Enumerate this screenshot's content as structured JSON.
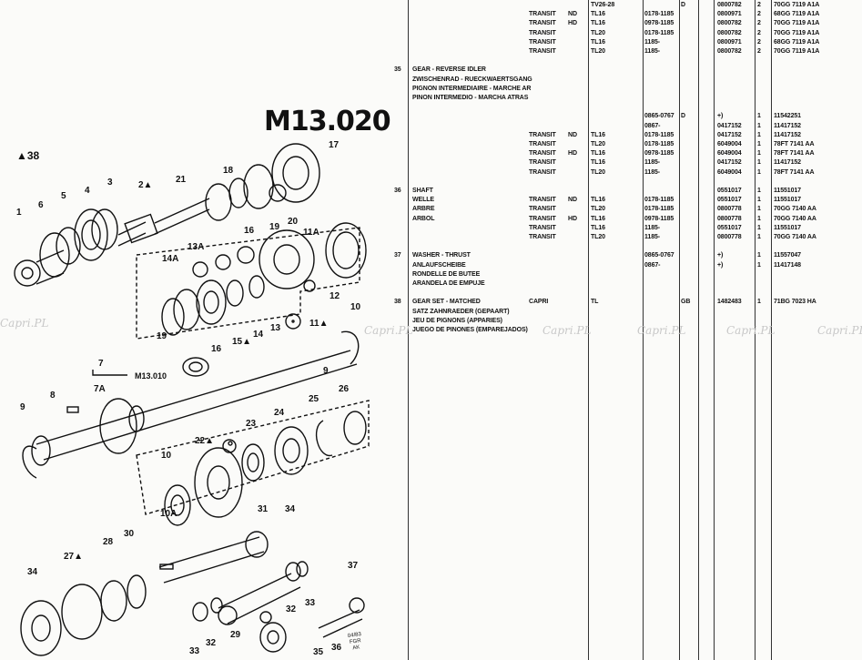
{
  "figure": {
    "code": "M13.020",
    "ref_note": "▲38",
    "sub_ref": "M13.010",
    "corner_stamp": [
      "04/83",
      "FGR",
      "AK"
    ],
    "callouts": [
      {
        "n": "1"
      },
      {
        "n": "6"
      },
      {
        "n": "5"
      },
      {
        "n": "4"
      },
      {
        "n": "3"
      },
      {
        "n": "2▲"
      },
      {
        "n": "21"
      },
      {
        "n": "18"
      },
      {
        "n": "17"
      },
      {
        "n": "16"
      },
      {
        "n": "19"
      },
      {
        "n": "20"
      },
      {
        "n": "11A"
      },
      {
        "n": "13A"
      },
      {
        "n": "14A"
      },
      {
        "n": "19"
      },
      {
        "n": "16"
      },
      {
        "n": "15▲"
      },
      {
        "n": "14"
      },
      {
        "n": "13"
      },
      {
        "n": "11▲"
      },
      {
        "n": "12"
      },
      {
        "n": "10"
      },
      {
        "n": "9"
      },
      {
        "n": "7"
      },
      {
        "n": "7A"
      },
      {
        "n": "8"
      },
      {
        "n": "9"
      },
      {
        "n": "10"
      },
      {
        "n": "10A"
      },
      {
        "n": "22▲"
      },
      {
        "n": "23"
      },
      {
        "n": "24"
      },
      {
        "n": "25"
      },
      {
        "n": "26"
      },
      {
        "n": "30"
      },
      {
        "n": "28"
      },
      {
        "n": "31"
      },
      {
        "n": "34"
      },
      {
        "n": "27▲"
      },
      {
        "n": "34"
      },
      {
        "n": "33"
      },
      {
        "n": "32"
      },
      {
        "n": "29"
      },
      {
        "n": "32"
      },
      {
        "n": "33"
      },
      {
        "n": "37"
      },
      {
        "n": "36"
      },
      {
        "n": "35"
      }
    ]
  },
  "parts_rows": [
    {
      "ref": "",
      "desc": "",
      "model": "",
      "trans": "",
      "code": "TV26-28",
      "date": "",
      "ctry": "D",
      "part": "0800782",
      "qty": "2",
      "ford": "70GG 7119 A1A"
    },
    {
      "ref": "",
      "desc": "",
      "model": "TRANSIT",
      "trans": "ND",
      "code": "TL16",
      "date": "0178-1185",
      "ctry": "",
      "part": "0800971",
      "qty": "2",
      "ford": "68GG 7119 A1A"
    },
    {
      "ref": "",
      "desc": "",
      "model": "TRANSIT",
      "trans": "HD",
      "code": "TL16",
      "date": "0978-1185",
      "ctry": "",
      "part": "0800782",
      "qty": "2",
      "ford": "70GG 7119 A1A"
    },
    {
      "ref": "",
      "desc": "",
      "model": "TRANSIT",
      "trans": "",
      "code": "TL20",
      "date": "0178-1185",
      "ctry": "",
      "part": "0800782",
      "qty": "2",
      "ford": "70GG 7119 A1A"
    },
    {
      "ref": "",
      "desc": "",
      "model": "TRANSIT",
      "trans": "",
      "code": "TL16",
      "date": "1185-",
      "ctry": "",
      "part": "0800971",
      "qty": "2",
      "ford": "68GG 7119 A1A"
    },
    {
      "ref": "",
      "desc": "",
      "model": "TRANSIT",
      "trans": "",
      "code": "TL20",
      "date": "1185-",
      "ctry": "",
      "part": "0800782",
      "qty": "2",
      "ford": "70GG 7119 A1A"
    },
    {
      "ref": "",
      "desc": "",
      "model": "",
      "trans": "",
      "code": "",
      "date": "",
      "ctry": "",
      "part": "",
      "qty": "",
      "ford": ""
    },
    {
      "ref": "35",
      "desc": "GEAR - REVERSE IDLER",
      "model": "",
      "trans": "",
      "code": "",
      "date": "",
      "ctry": "",
      "part": "",
      "qty": "",
      "ford": ""
    },
    {
      "ref": "",
      "desc": "ZWISCHENRAD - RUECKWAERTSGANG",
      "model": "",
      "trans": "",
      "code": "",
      "date": "",
      "ctry": "",
      "part": "",
      "qty": "",
      "ford": ""
    },
    {
      "ref": "",
      "desc": "PIGNON INTERMEDIAIRE - MARCHE AR",
      "model": "",
      "trans": "",
      "code": "",
      "date": "",
      "ctry": "",
      "part": "",
      "qty": "",
      "ford": ""
    },
    {
      "ref": "",
      "desc": "PINON INTERMEDIO - MARCHA ATRAS",
      "model": "",
      "trans": "",
      "code": "",
      "date": "",
      "ctry": "",
      "part": "",
      "qty": "",
      "ford": ""
    },
    {
      "ref": "",
      "desc": "",
      "model": "",
      "trans": "",
      "code": "",
      "date": "",
      "ctry": "",
      "part": "",
      "qty": "",
      "ford": ""
    },
    {
      "ref": "",
      "desc": "",
      "model": "",
      "trans": "",
      "code": "",
      "date": "0865-0767",
      "ctry": "D",
      "part": "+)",
      "qty": "1",
      "ford": "11542251"
    },
    {
      "ref": "",
      "desc": "",
      "model": "",
      "trans": "",
      "code": "",
      "date": "0867-",
      "ctry": "",
      "part": "0417152",
      "qty": "1",
      "ford": "11417152"
    },
    {
      "ref": "",
      "desc": "",
      "model": "TRANSIT",
      "trans": "ND",
      "code": "TL16",
      "date": "0178-1185",
      "ctry": "",
      "part": "0417152",
      "qty": "1",
      "ford": "11417152"
    },
    {
      "ref": "",
      "desc": "",
      "model": "TRANSIT",
      "trans": "",
      "code": "TL20",
      "date": "0178-1185",
      "ctry": "",
      "part": "6049004",
      "qty": "1",
      "ford": "78FT 7141 AA"
    },
    {
      "ref": "",
      "desc": "",
      "model": "TRANSIT",
      "trans": "HD",
      "code": "TL16",
      "date": "0978-1185",
      "ctry": "",
      "part": "6049004",
      "qty": "1",
      "ford": "78FT 7141 AA"
    },
    {
      "ref": "",
      "desc": "",
      "model": "TRANSIT",
      "trans": "",
      "code": "TL16",
      "date": "1185-",
      "ctry": "",
      "part": "0417152",
      "qty": "1",
      "ford": "11417152"
    },
    {
      "ref": "",
      "desc": "",
      "model": "TRANSIT",
      "trans": "",
      "code": "TL20",
      "date": "1185-",
      "ctry": "",
      "part": "6049004",
      "qty": "1",
      "ford": "78FT 7141 AA"
    },
    {
      "ref": "",
      "desc": "",
      "model": "",
      "trans": "",
      "code": "",
      "date": "",
      "ctry": "",
      "part": "",
      "qty": "",
      "ford": ""
    },
    {
      "ref": "36",
      "desc": "SHAFT",
      "model": "",
      "trans": "",
      "code": "",
      "date": "",
      "ctry": "",
      "part": "0551017",
      "qty": "1",
      "ford": "11551017"
    },
    {
      "ref": "",
      "desc": "WELLE",
      "model": "TRANSIT",
      "trans": "ND",
      "code": "TL16",
      "date": "0178-1185",
      "ctry": "",
      "part": "0551017",
      "qty": "1",
      "ford": "11551017"
    },
    {
      "ref": "",
      "desc": "ARBRE",
      "model": "TRANSIT",
      "trans": "",
      "code": "TL20",
      "date": "0178-1185",
      "ctry": "",
      "part": "0800778",
      "qty": "1",
      "ford": "70GG 7140 AA"
    },
    {
      "ref": "",
      "desc": "ARBOL",
      "model": "TRANSIT",
      "trans": "HD",
      "code": "TL16",
      "date": "0978-1185",
      "ctry": "",
      "part": "0800778",
      "qty": "1",
      "ford": "70GG 7140 AA"
    },
    {
      "ref": "",
      "desc": "",
      "model": "TRANSIT",
      "trans": "",
      "code": "TL16",
      "date": "1185-",
      "ctry": "",
      "part": "0551017",
      "qty": "1",
      "ford": "11551017"
    },
    {
      "ref": "",
      "desc": "",
      "model": "TRANSIT",
      "trans": "",
      "code": "TL20",
      "date": "1185-",
      "ctry": "",
      "part": "0800778",
      "qty": "1",
      "ford": "70GG 7140 AA"
    },
    {
      "ref": "",
      "desc": "",
      "model": "",
      "trans": "",
      "code": "",
      "date": "",
      "ctry": "",
      "part": "",
      "qty": "",
      "ford": ""
    },
    {
      "ref": "37",
      "desc": "WASHER - THRUST",
      "model": "",
      "trans": "",
      "code": "",
      "date": "0865-0767",
      "ctry": "",
      "part": "+)",
      "qty": "1",
      "ford": "11557047"
    },
    {
      "ref": "",
      "desc": "ANLAUFSCHEIBE",
      "model": "",
      "trans": "",
      "code": "",
      "date": "0867-",
      "ctry": "",
      "part": "+)",
      "qty": "1",
      "ford": "11417148"
    },
    {
      "ref": "",
      "desc": "RONDELLE DE BUTEE",
      "model": "",
      "trans": "",
      "code": "",
      "date": "",
      "ctry": "",
      "part": "",
      "qty": "",
      "ford": ""
    },
    {
      "ref": "",
      "desc": "ARANDELA DE EMPUJE",
      "model": "",
      "trans": "",
      "code": "",
      "date": "",
      "ctry": "",
      "part": "",
      "qty": "",
      "ford": ""
    },
    {
      "ref": "",
      "desc": "",
      "model": "",
      "trans": "",
      "code": "",
      "date": "",
      "ctry": "",
      "part": "",
      "qty": "",
      "ford": ""
    },
    {
      "ref": "38",
      "desc": "GEAR SET - MATCHED",
      "model": "CAPRI",
      "trans": "",
      "code": "TL",
      "date": "",
      "ctry": "GB",
      "part": "1482483",
      "qty": "1",
      "ford": "71BG 7023 HA"
    },
    {
      "ref": "",
      "desc": "SATZ ZAHNRAEDER (GEPAART)",
      "model": "",
      "trans": "",
      "code": "",
      "date": "",
      "ctry": "",
      "part": "",
      "qty": "",
      "ford": ""
    },
    {
      "ref": "",
      "desc": "JEU DE PIGNONS (APPARIES)",
      "model": "",
      "trans": "",
      "code": "",
      "date": "",
      "ctry": "",
      "part": "",
      "qty": "",
      "ford": ""
    },
    {
      "ref": "",
      "desc": "JUEGO DE PINONES (EMPAREJADOS)",
      "model": "",
      "trans": "",
      "code": "",
      "date": "",
      "ctry": "",
      "part": "",
      "qty": "",
      "ford": ""
    }
  ],
  "watermark": "Capri.PL"
}
